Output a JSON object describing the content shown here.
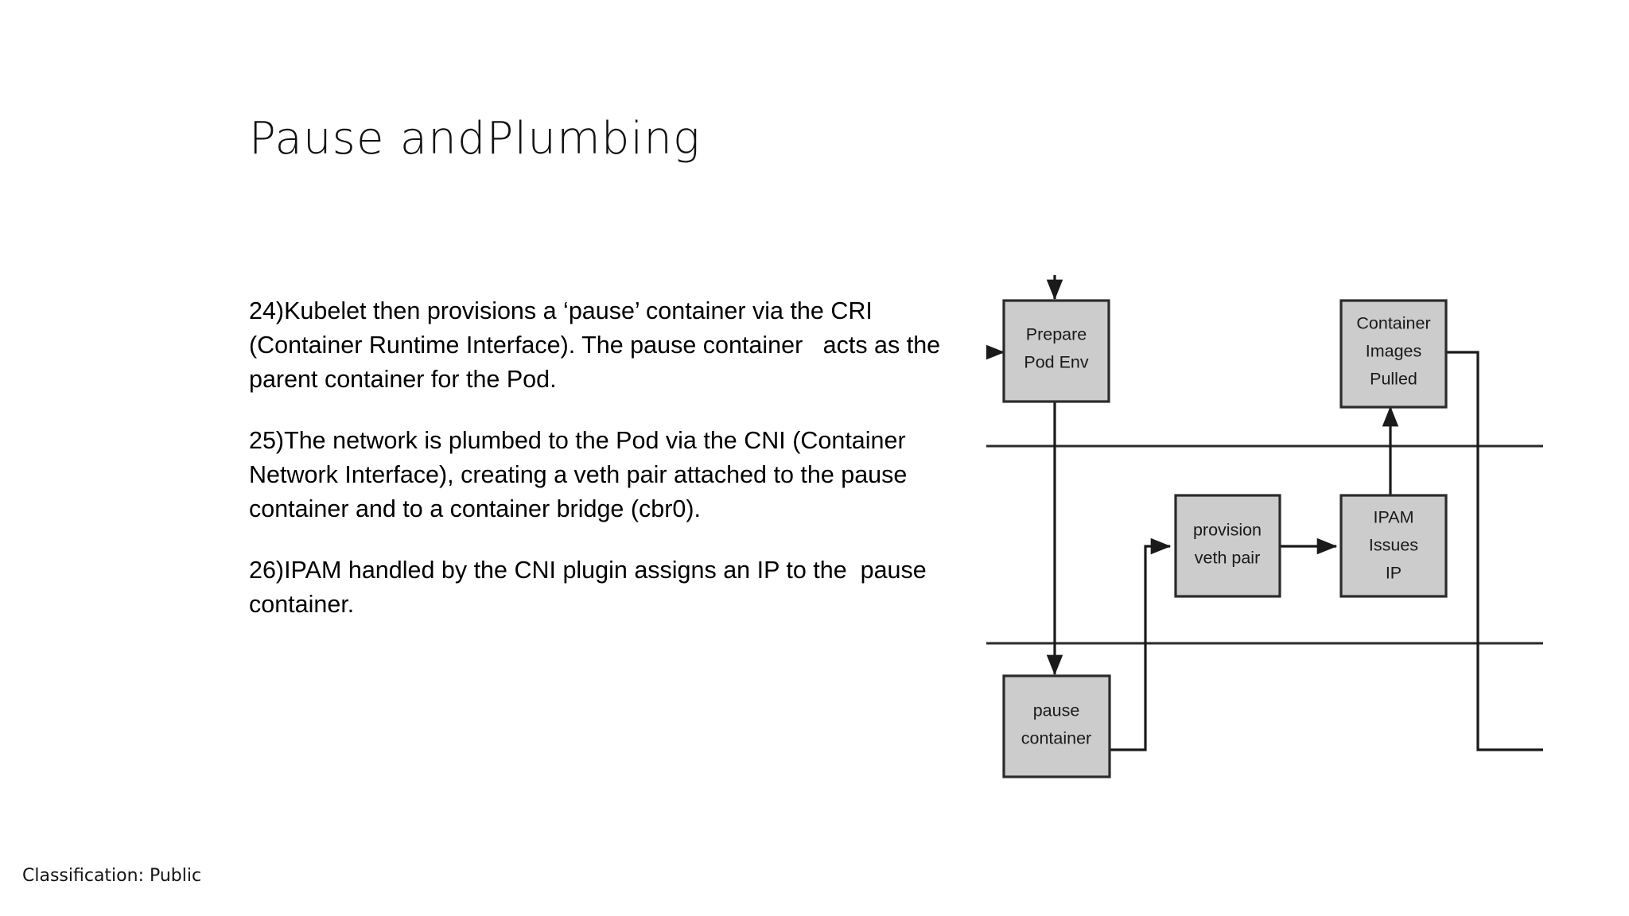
{
  "slide": {
    "title": "Pause andPlumbing",
    "footer": "Classification: Public",
    "background_color": "#ffffff",
    "title_color": "#111111"
  },
  "body": {
    "paragraphs": [
      "24)Kubelet then provisions a ‘pause’ container via the CRI (Container Runtime Interface). The pause container   acts as the parent container for the Pod.",
      "25)The network is plumbed to the Pod via the CNI (Container Network Interface), creating a veth pair attached to the pause container and to a container bridge (cbr0).",
      "26)IPAM handled by the CNI plugin assigns an IP to the  pause container."
    ]
  },
  "diagram": {
    "type": "flowchart",
    "box_fill": "#cccccc",
    "box_border": "#2b2b2b",
    "line_color": "#1a1a1a",
    "nodes": [
      {
        "id": "prepare-pod-env",
        "lines": [
          "Prepare",
          "Pod Env"
        ]
      },
      {
        "id": "container-images-pulled",
        "lines": [
          "Container",
          "Images",
          "Pulled"
        ]
      },
      {
        "id": "provision-veth-pair",
        "lines": [
          "provision",
          "veth pair"
        ]
      },
      {
        "id": "ipam-issues-ip",
        "lines": [
          "IPAM",
          "Issues",
          "IP"
        ]
      },
      {
        "id": "pause-container",
        "lines": [
          "pause",
          "container"
        ]
      }
    ],
    "edges": [
      {
        "from": "external-top",
        "to": "prepare-pod-env",
        "arrow": true
      },
      {
        "from": "external-left",
        "to": "prepare-pod-env",
        "arrow": true
      },
      {
        "from": "prepare-pod-env",
        "to": "pause-container",
        "arrow": true
      },
      {
        "from": "pause-container",
        "to": "provision-veth-pair",
        "arrow": true
      },
      {
        "from": "provision-veth-pair",
        "to": "ipam-issues-ip",
        "arrow": true
      },
      {
        "from": "ipam-issues-ip",
        "to": "container-images-pulled",
        "arrow": true
      },
      {
        "from": "container-images-pulled",
        "to": "external-bottom-right",
        "arrow": false
      }
    ],
    "swimlane_dividers": 2
  }
}
